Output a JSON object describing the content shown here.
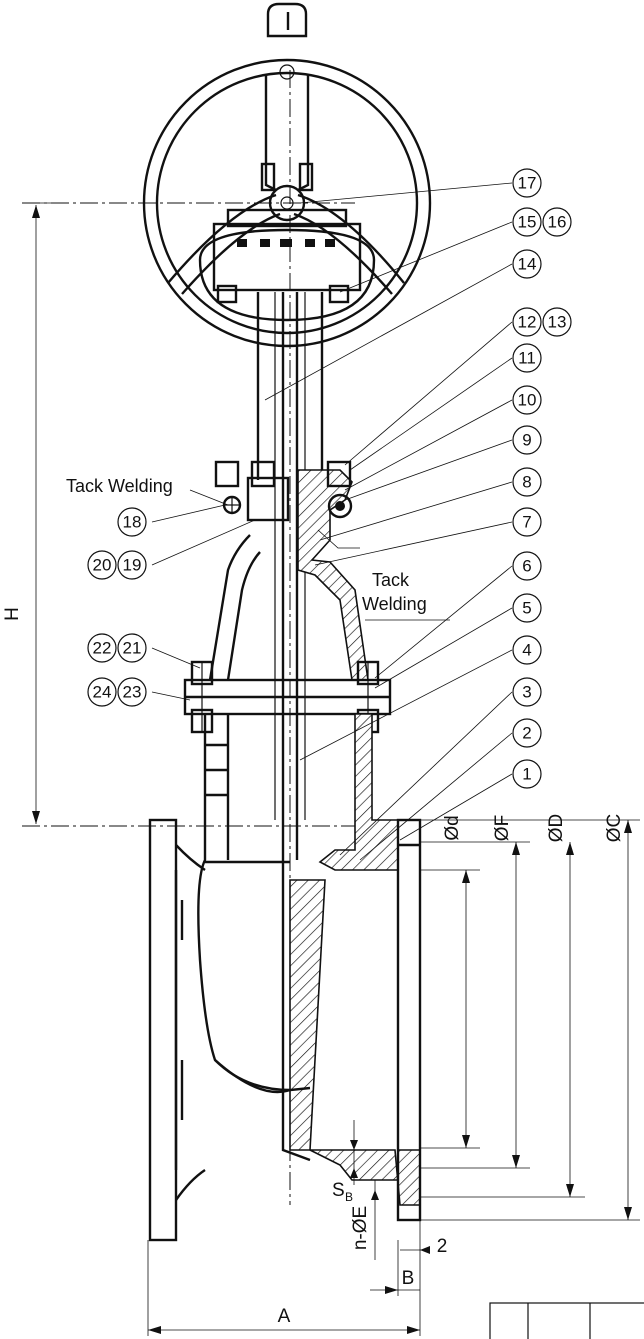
{
  "drawing": {
    "callouts": [
      {
        "n": "17",
        "id": "callout-17"
      },
      {
        "n": "15",
        "id": "callout-15"
      },
      {
        "n": "16",
        "id": "callout-16"
      },
      {
        "n": "14",
        "id": "callout-14"
      },
      {
        "n": "12",
        "id": "callout-12"
      },
      {
        "n": "13",
        "id": "callout-13"
      },
      {
        "n": "11",
        "id": "callout-11"
      },
      {
        "n": "10",
        "id": "callout-10"
      },
      {
        "n": "9",
        "id": "callout-9"
      },
      {
        "n": "8",
        "id": "callout-8"
      },
      {
        "n": "7",
        "id": "callout-7"
      },
      {
        "n": "6",
        "id": "callout-6"
      },
      {
        "n": "5",
        "id": "callout-5"
      },
      {
        "n": "4",
        "id": "callout-4"
      },
      {
        "n": "3",
        "id": "callout-3"
      },
      {
        "n": "2",
        "id": "callout-2"
      },
      {
        "n": "1",
        "id": "callout-1"
      },
      {
        "n": "18",
        "id": "callout-18"
      },
      {
        "n": "20",
        "id": "callout-20"
      },
      {
        "n": "19",
        "id": "callout-19"
      },
      {
        "n": "22",
        "id": "callout-22"
      },
      {
        "n": "21",
        "id": "callout-21"
      },
      {
        "n": "24",
        "id": "callout-24"
      },
      {
        "n": "23",
        "id": "callout-23"
      }
    ],
    "notes": {
      "tack_welding_left": "Tack Welding",
      "tack_welding_right_1": "Tack",
      "tack_welding_right_2": "Welding"
    },
    "dimensions": {
      "H": "H",
      "A": "A",
      "B": "B",
      "two": "2",
      "Od": "Ød",
      "OF": "ØF",
      "OD": "ØD",
      "OC": "ØC",
      "SB_main": "S",
      "SB_sub": "B",
      "nOE": "n-ØE"
    }
  }
}
